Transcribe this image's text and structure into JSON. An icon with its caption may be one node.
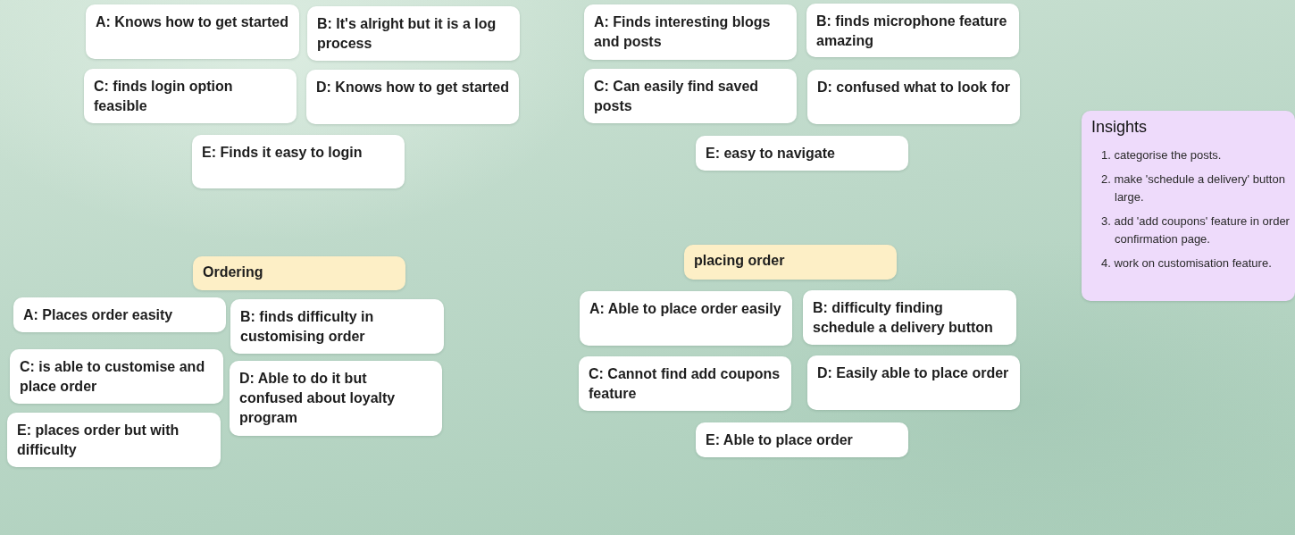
{
  "diagram": {
    "nodes": [
      {
        "text": [
          "A: Knows how to get started"
        ]
      },
      {
        "text": [
          "B: It's alright but it is a log process"
        ]
      },
      {
        "text": [
          "C: finds login option feasible"
        ]
      },
      {
        "text": [
          "D: Knows how to get started"
        ]
      },
      {
        "text": [
          "E: Finds it easy to login"
        ]
      },
      {
        "text": [
          "A: Finds interesting blogs and posts"
        ]
      },
      {
        "text": [
          "B: finds microphone feature amazing"
        ]
      },
      {
        "text": [
          "C: Can easily find saved posts"
        ]
      },
      {
        "text": [
          "D: confused what to look for"
        ]
      },
      {
        "text": [
          "E: easy to navigate"
        ]
      },
      {
        "text": [
          "Insights",
          "1. categorise the posts.",
          "2. make 'schedule a delivery' button large.",
          "3. add 'add coupons' feature in order confirmation page.",
          "4. work on customisation feature."
        ]
      },
      {
        "text": [
          "Ordering"
        ]
      },
      {
        "text": [
          "A: Places order easity"
        ]
      },
      {
        "text": [
          "B: finds difficulty in customising order"
        ]
      },
      {
        "text": [
          "C: is able to customise and place order"
        ]
      },
      {
        "text": [
          "D: Able to do it but confused about loyalty program"
        ]
      },
      {
        "text": [
          "E: places order but with difficulty"
        ]
      },
      {
        "text": [
          "placing order"
        ]
      },
      {
        "text": [
          "A: Able to place order easily"
        ]
      },
      {
        "text": [
          "B: difficulty finding schedule a delivery button"
        ]
      },
      {
        "text": [
          "C: Cannot find add coupons feature"
        ]
      },
      {
        "text": [
          "D: Easily able to place order"
        ]
      },
      {
        "text": [
          "E: Able to place order"
        ]
      }
    ]
  }
}
